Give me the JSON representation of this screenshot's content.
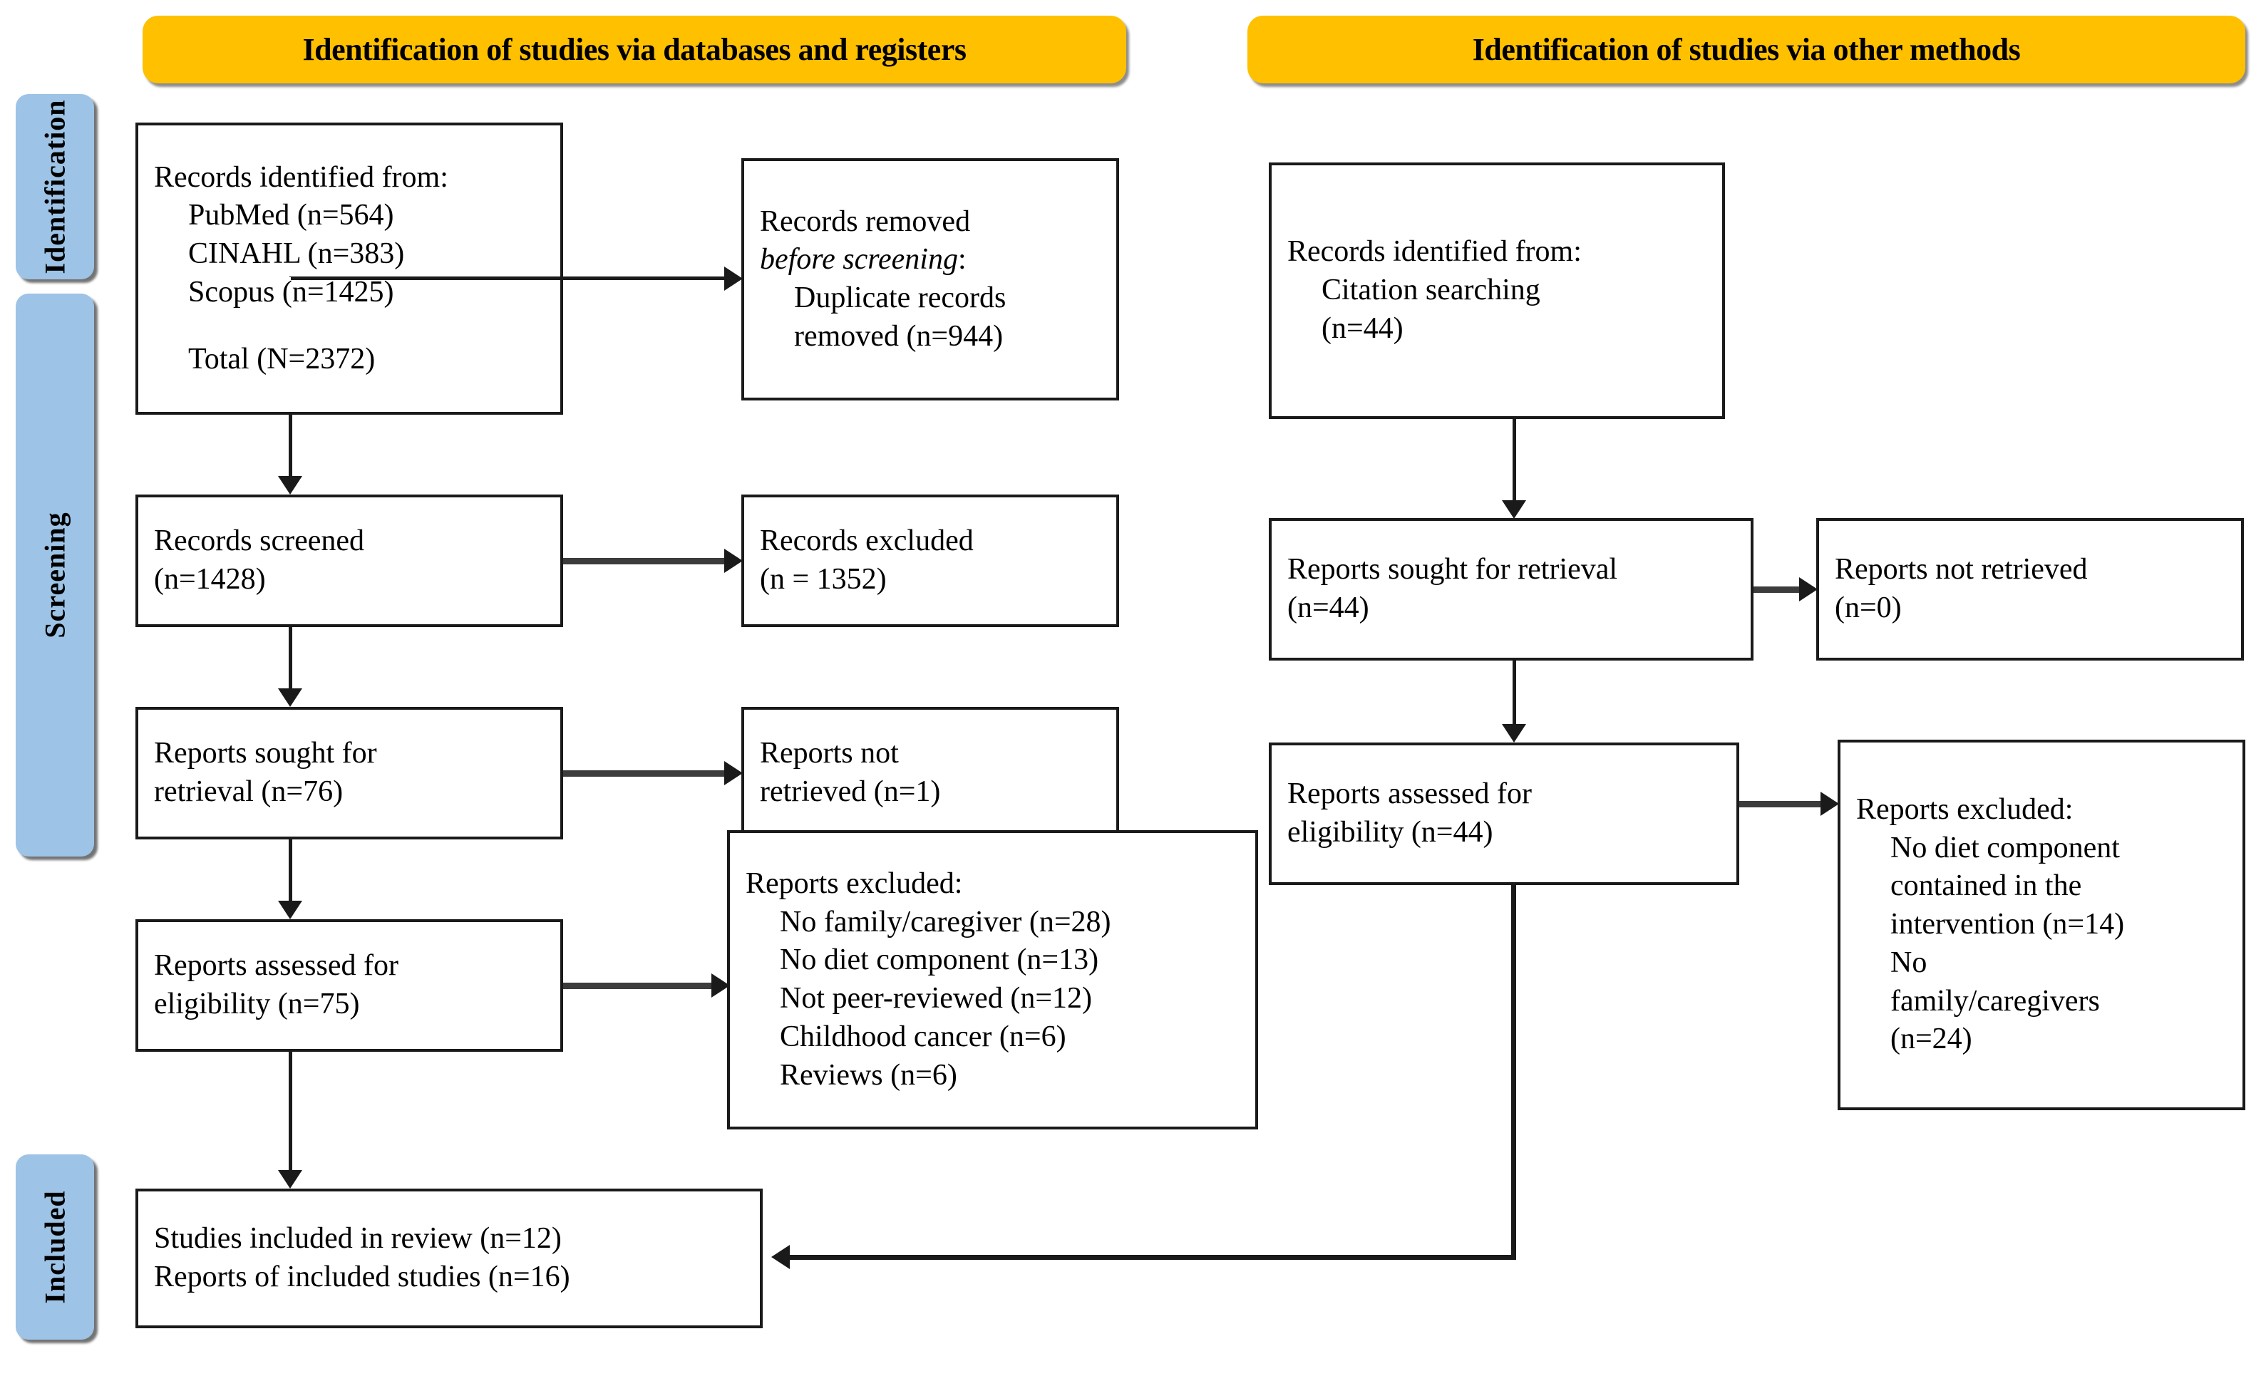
{
  "diagram": {
    "type": "prisma-flow-diagram",
    "colors": {
      "banner": "#FFC000",
      "stage_label": "#9DC3E6",
      "box_border": "#1A1A1A",
      "connector": "#1A1A1A",
      "background": "#FFFFFF"
    }
  },
  "banners": {
    "databases": "Identification of studies via databases and registers",
    "other_methods": "Identification of studies via other methods"
  },
  "stages": {
    "identification": "Identification",
    "screening": "Screening",
    "included": "Included"
  },
  "left_column": {
    "records_identified": {
      "title": "Records identified from:",
      "sources": [
        "PubMed (n=564)",
        "CINAHL (n=383)",
        "Scopus (n=1425)"
      ],
      "total": "Total (N=2372)"
    },
    "records_removed": {
      "title": "Records removed",
      "subtitle_italic": "before screening",
      "subtitle_suffix": ":",
      "items": [
        "Duplicate records",
        "removed (n=944)"
      ]
    },
    "records_screened": {
      "line1": "Records screened",
      "line2": "(n=1428)"
    },
    "records_excluded": {
      "line1": "Records excluded",
      "line2": "(n = 1352)"
    },
    "reports_sought": {
      "line1": "Reports sought for",
      "line2": "retrieval (n=76)"
    },
    "reports_not_retrieved": {
      "line1": "Reports not",
      "line2": "retrieved (n=1)"
    },
    "reports_assessed": {
      "line1": "Reports assessed for",
      "line2": "eligibility (n=75)"
    },
    "reports_excluded": {
      "title": "Reports excluded:",
      "reasons": [
        "No family/caregiver (n=28)",
        "No diet component (n=13)",
        "Not peer-reviewed (n=12)",
        "Childhood cancer (n=6)",
        "Reviews (n=6)"
      ]
    }
  },
  "right_column": {
    "records_identified": {
      "title": "Records identified from:",
      "sources": [
        "Citation searching",
        "(n=44)"
      ]
    },
    "reports_sought": {
      "line1": "Reports sought for retrieval",
      "line2": "(n=44)"
    },
    "reports_not_retrieved": {
      "line1": "Reports not retrieved",
      "line2": "(n=0)"
    },
    "reports_assessed": {
      "line1": "Reports assessed for",
      "line2": "eligibility (n=44)"
    },
    "reports_excluded": {
      "title": "Reports excluded:",
      "reasons": [
        "No diet component",
        "contained in the",
        "intervention (n=14)",
        "No",
        "family/caregivers",
        "(n=24)"
      ]
    }
  },
  "included_box": {
    "line1": "Studies included in review (n=12)",
    "line2": "Reports of included studies (n=16)"
  }
}
